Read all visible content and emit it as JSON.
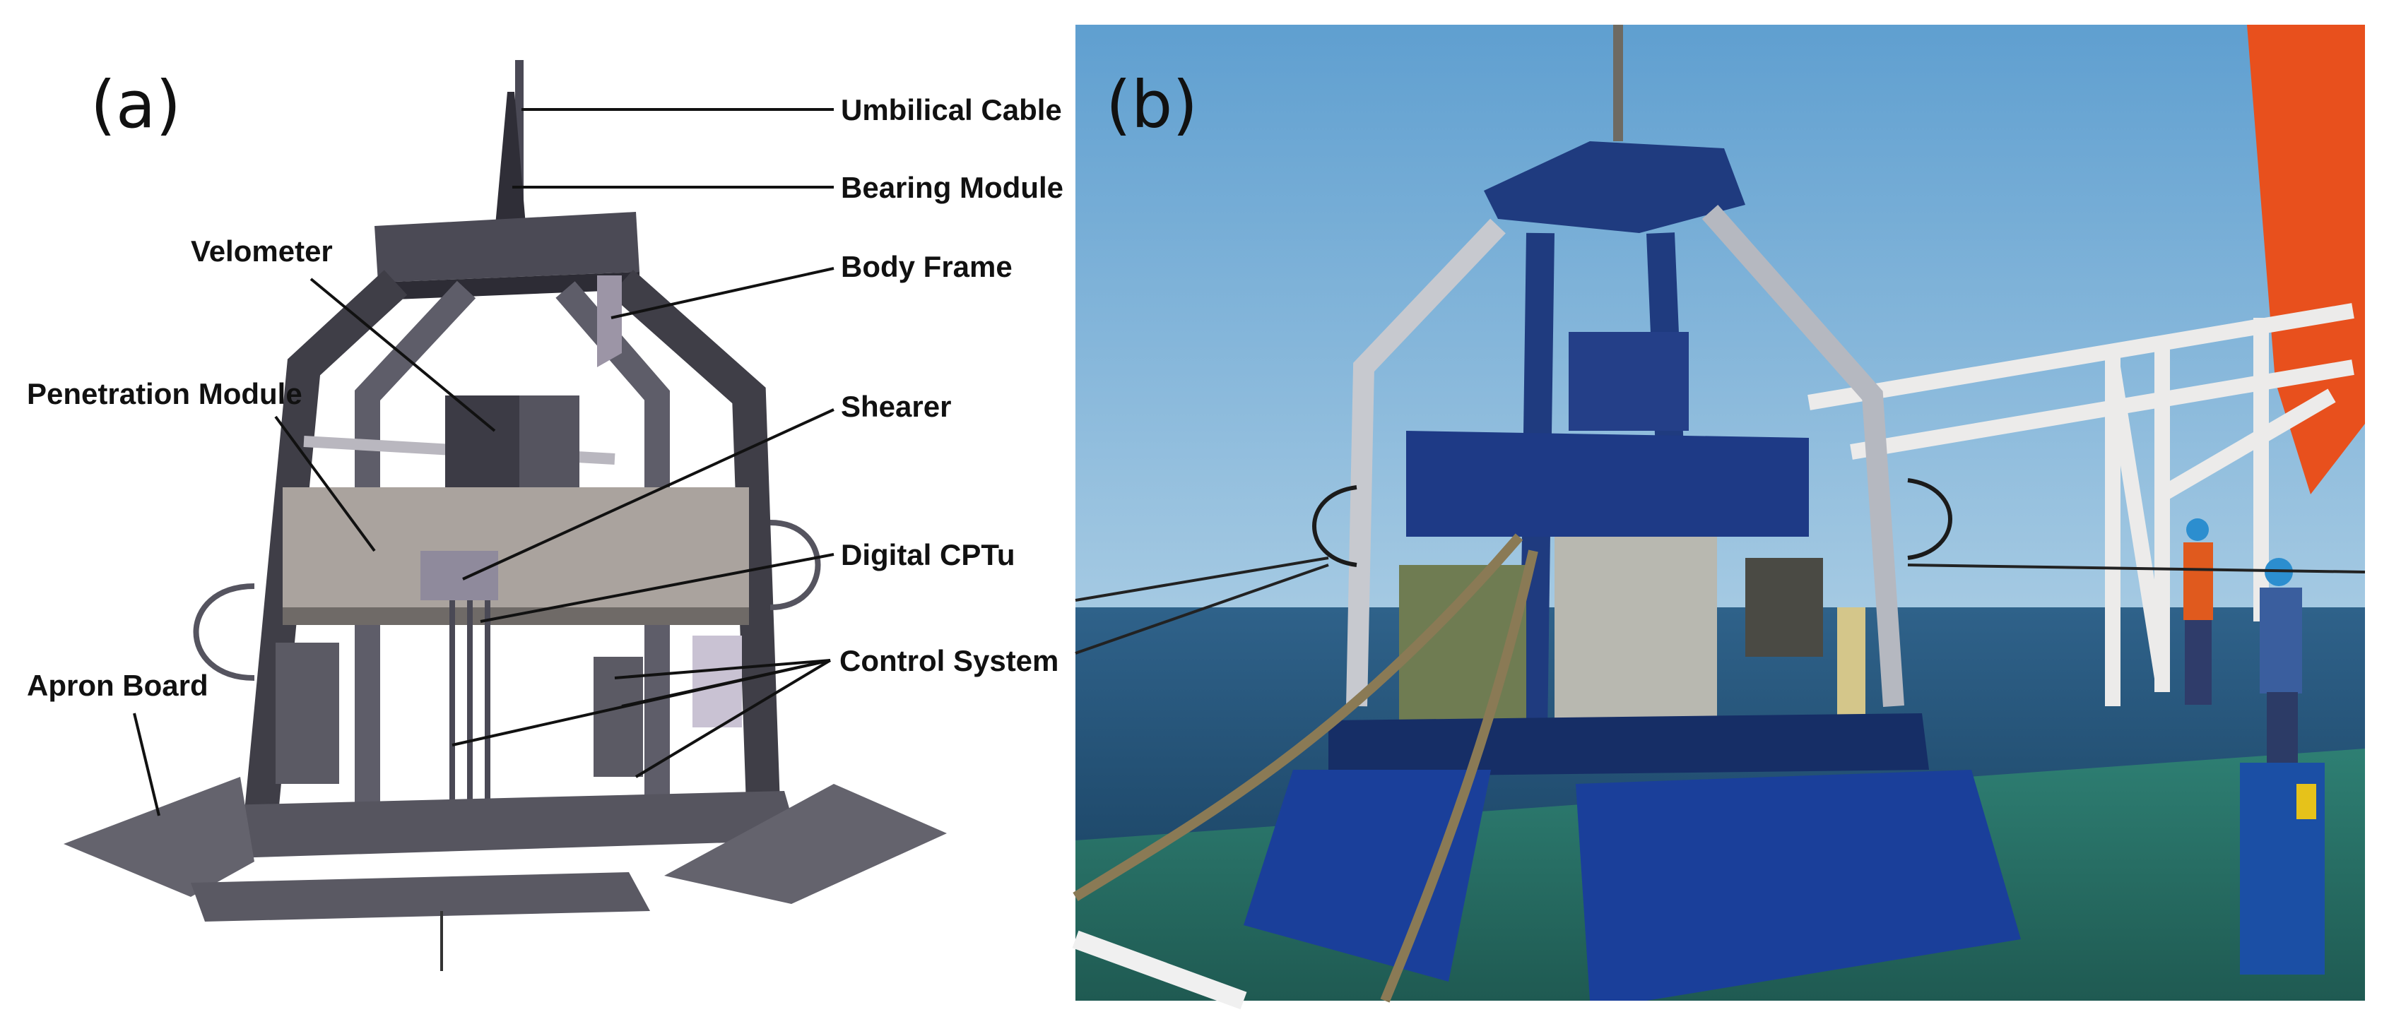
{
  "panel_a": {
    "label": "(a)",
    "callouts": {
      "umbilical_cable": "Umbilical Cable",
      "bearing_module": "Bearing Module",
      "body_frame": "Body Frame",
      "velometer": "Velometer",
      "penetration_module": "Penetration Module",
      "shearer": "Shearer",
      "digital_cptu": "Digital CPTu",
      "control_system": "Control  System",
      "apron_board": "Apron Board"
    }
  },
  "panel_b": {
    "label": "(b)"
  },
  "colors": {
    "frame_dark": "#3f3e47",
    "frame_mid": "#5e5d69",
    "module_grey": "#aaa39e",
    "sky_top": "#6aa9d4",
    "sky_bottom": "#cfe3ee",
    "sea": "#2c5d82",
    "deck": "#2a7a6e",
    "rig_blue": "#1f3b7f",
    "crane_white": "#ecebea",
    "hull_orange": "#e8501d"
  }
}
